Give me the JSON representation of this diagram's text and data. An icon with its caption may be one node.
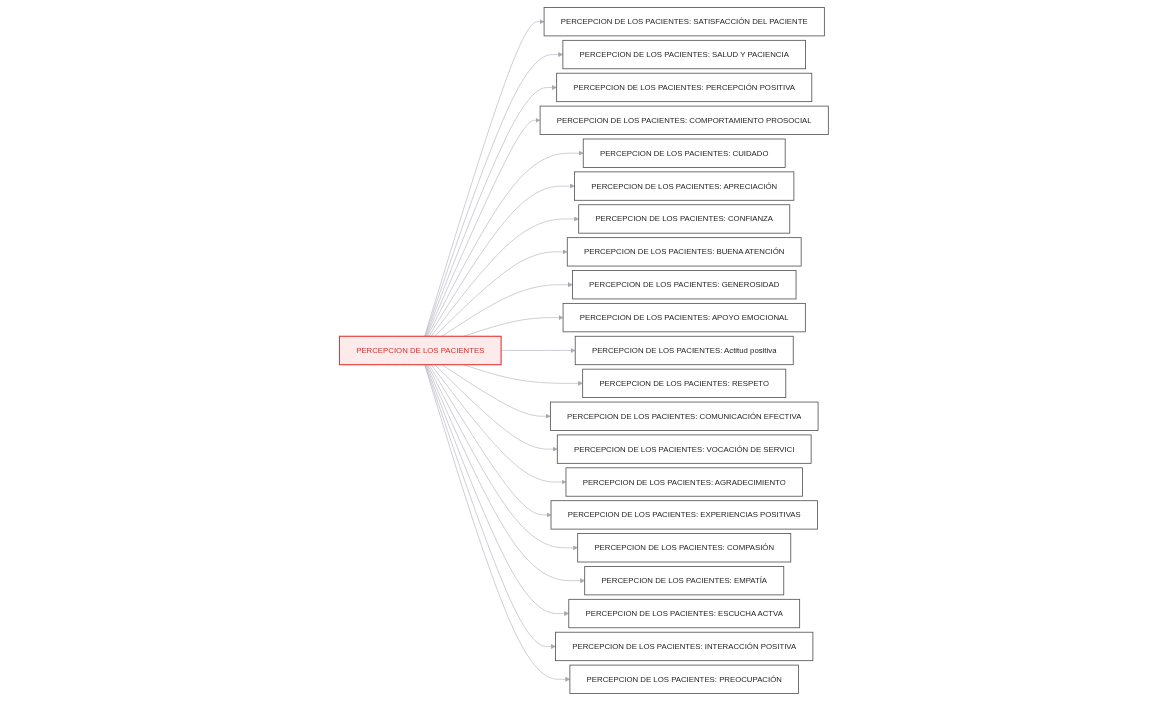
{
  "diagram": {
    "nodes": [
      {
        "text": [
          "PERCEPCION DE LOS PACIENTES"
        ]
      },
      {
        "text": [
          "PERCEPCION DE LOS PACIENTES: SATISFACCIÓN DEL PACIENTE"
        ]
      },
      {
        "text": [
          "PERCEPCION DE LOS PACIENTES: SALUD Y PACIENCIA"
        ]
      },
      {
        "text": [
          "PERCEPCION DE LOS PACIENTES: PERCEPCIÓN POSITIVA"
        ]
      },
      {
        "text": [
          "PERCEPCION DE LOS PACIENTES: COMPORTAMIENTO PROSOCIAL"
        ]
      },
      {
        "text": [
          "PERCEPCION DE LOS PACIENTES: CUIDADO"
        ]
      },
      {
        "text": [
          "PERCEPCION DE LOS PACIENTES: APRECIACIÓN"
        ]
      },
      {
        "text": [
          "PERCEPCION DE LOS PACIENTES: CONFIANZA"
        ]
      },
      {
        "text": [
          "PERCEPCION DE LOS PACIENTES: BUENA ATENCIÓN"
        ]
      },
      {
        "text": [
          "PERCEPCION DE LOS PACIENTES: GENEROSIDAD"
        ]
      },
      {
        "text": [
          "PERCEPCION DE LOS PACIENTES: APOYO EMOCIONAL"
        ]
      },
      {
        "text": [
          "PERCEPCION DE LOS PACIENTES: Actitud positiva"
        ]
      },
      {
        "text": [
          "PERCEPCION DE LOS PACIENTES: RESPETO"
        ]
      },
      {
        "text": [
          "PERCEPCION DE LOS PACIENTES: COMUNICACIÓN EFECTIVA"
        ]
      },
      {
        "text": [
          "PERCEPCION DE LOS PACIENTES: VOCACIÓN DE SERVICI"
        ]
      },
      {
        "text": [
          "PERCEPCION DE LOS PACIENTES: AGRADECIMIENTO"
        ]
      },
      {
        "text": [
          "PERCEPCION DE LOS PACIENTES: EXPERIENCIAS POSITIVAS"
        ]
      },
      {
        "text": [
          "PERCEPCION DE LOS PACIENTES: COMPASIÓN"
        ]
      },
      {
        "text": [
          "PERCEPCION DE LOS PACIENTES: EMPATÍA"
        ]
      },
      {
        "text": [
          "PERCEPCION DE LOS PACIENTES: ESCUCHA ACTVA"
        ]
      },
      {
        "text": [
          "PERCEPCION DE LOS PACIENTES: INTERACCIÓN POSITIVA"
        ]
      },
      {
        "text": [
          "PERCEPCION DE LOS PACIENTES: PREOCUPACIÓN"
        ]
      }
    ],
    "edges": [
      {
        "from": 0,
        "to": 1,
        "arrow": "to"
      },
      {
        "from": 0,
        "to": 2,
        "arrow": "to"
      },
      {
        "from": 0,
        "to": 3,
        "arrow": "to"
      },
      {
        "from": 0,
        "to": 4,
        "arrow": "to"
      },
      {
        "from": 0,
        "to": 5,
        "arrow": "to"
      },
      {
        "from": 0,
        "to": 6,
        "arrow": "to"
      },
      {
        "from": 0,
        "to": 7,
        "arrow": "to"
      },
      {
        "from": 0,
        "to": 8,
        "arrow": "to"
      },
      {
        "from": 0,
        "to": 9,
        "arrow": "to"
      },
      {
        "from": 0,
        "to": 10,
        "arrow": "to"
      },
      {
        "from": 0,
        "to": 11,
        "arrow": "to"
      },
      {
        "from": 0,
        "to": 12,
        "arrow": "to"
      },
      {
        "from": 0,
        "to": 13,
        "arrow": "to"
      },
      {
        "from": 0,
        "to": 14,
        "arrow": "to"
      },
      {
        "from": 0,
        "to": 15,
        "arrow": "to"
      },
      {
        "from": 0,
        "to": 16,
        "arrow": "to"
      },
      {
        "from": 0,
        "to": 17,
        "arrow": "to"
      },
      {
        "from": 0,
        "to": 18,
        "arrow": "to"
      },
      {
        "from": 0,
        "to": 19,
        "arrow": "to"
      },
      {
        "from": 0,
        "to": 20,
        "arrow": "to"
      },
      {
        "from": 0,
        "to": 21,
        "arrow": "to"
      }
    ]
  }
}
